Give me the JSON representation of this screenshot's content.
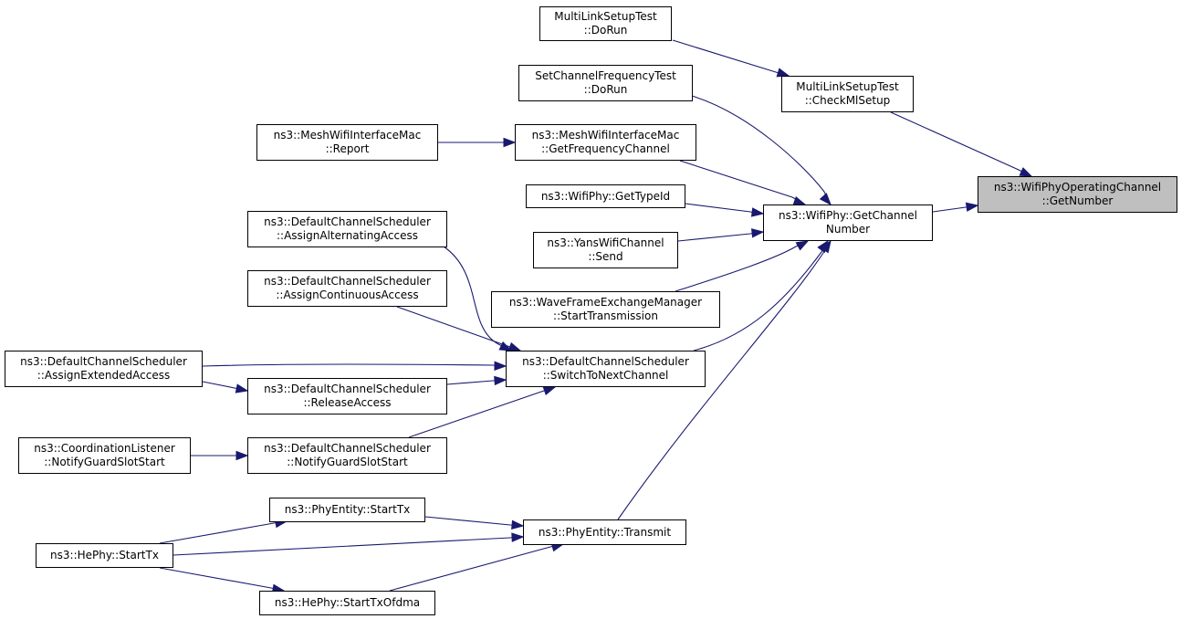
{
  "graph": {
    "nodes": [
      {
        "id": "getnumber",
        "lines": [
          "ns3::WifiPhyOperatingChannel",
          "::GetNumber"
        ],
        "selected": true
      },
      {
        "id": "getchannelnumber",
        "lines": [
          "ns3::WifiPhy::GetChannel",
          "Number"
        ]
      },
      {
        "id": "checkmlsetup",
        "lines": [
          "MultiLinkSetupTest",
          "::CheckMlSetup"
        ]
      },
      {
        "id": "mlsdorun",
        "lines": [
          "MultiLinkSetupTest",
          "::DoRun"
        ]
      },
      {
        "id": "scftdorun",
        "lines": [
          "SetChannelFrequencyTest",
          "::DoRun"
        ]
      },
      {
        "id": "getfreqchannel",
        "lines": [
          "ns3::MeshWifiInterfaceMac",
          "::GetFrequencyChannel"
        ]
      },
      {
        "id": "meshreport",
        "lines": [
          "ns3::MeshWifiInterfaceMac",
          "::Report"
        ]
      },
      {
        "id": "gettypeid",
        "lines": [
          "ns3::WifiPhy::GetTypeId"
        ]
      },
      {
        "id": "yanssend",
        "lines": [
          "ns3::YansWifiChannel",
          "::Send"
        ]
      },
      {
        "id": "wavestart",
        "lines": [
          "ns3::WaveFrameExchangeManager",
          "::StartTransmission"
        ]
      },
      {
        "id": "switchnext",
        "lines": [
          "ns3::DefaultChannelScheduler",
          "::SwitchToNextChannel"
        ]
      },
      {
        "id": "assignalt",
        "lines": [
          "ns3::DefaultChannelScheduler",
          "::AssignAlternatingAccess"
        ]
      },
      {
        "id": "assigncont",
        "lines": [
          "ns3::DefaultChannelScheduler",
          "::AssignContinuousAccess"
        ]
      },
      {
        "id": "assignext",
        "lines": [
          "ns3::DefaultChannelScheduler",
          "::AssignExtendedAccess"
        ]
      },
      {
        "id": "releaseaccess",
        "lines": [
          "ns3::DefaultChannelScheduler",
          "::ReleaseAccess"
        ]
      },
      {
        "id": "notifysched",
        "lines": [
          "ns3::DefaultChannelScheduler",
          "::NotifyGuardSlotStart"
        ]
      },
      {
        "id": "notifylistener",
        "lines": [
          "ns3::CoordinationListener",
          "::NotifyGuardSlotStart"
        ]
      },
      {
        "id": "transmit",
        "lines": [
          "ns3::PhyEntity::Transmit"
        ]
      },
      {
        "id": "phystarttx",
        "lines": [
          "ns3::PhyEntity::StartTx"
        ]
      },
      {
        "id": "hestarttx",
        "lines": [
          "ns3::HePhy::StartTx"
        ]
      },
      {
        "id": "hestartofdma",
        "lines": [
          "ns3::HePhy::StartTxOfdma"
        ]
      }
    ]
  }
}
